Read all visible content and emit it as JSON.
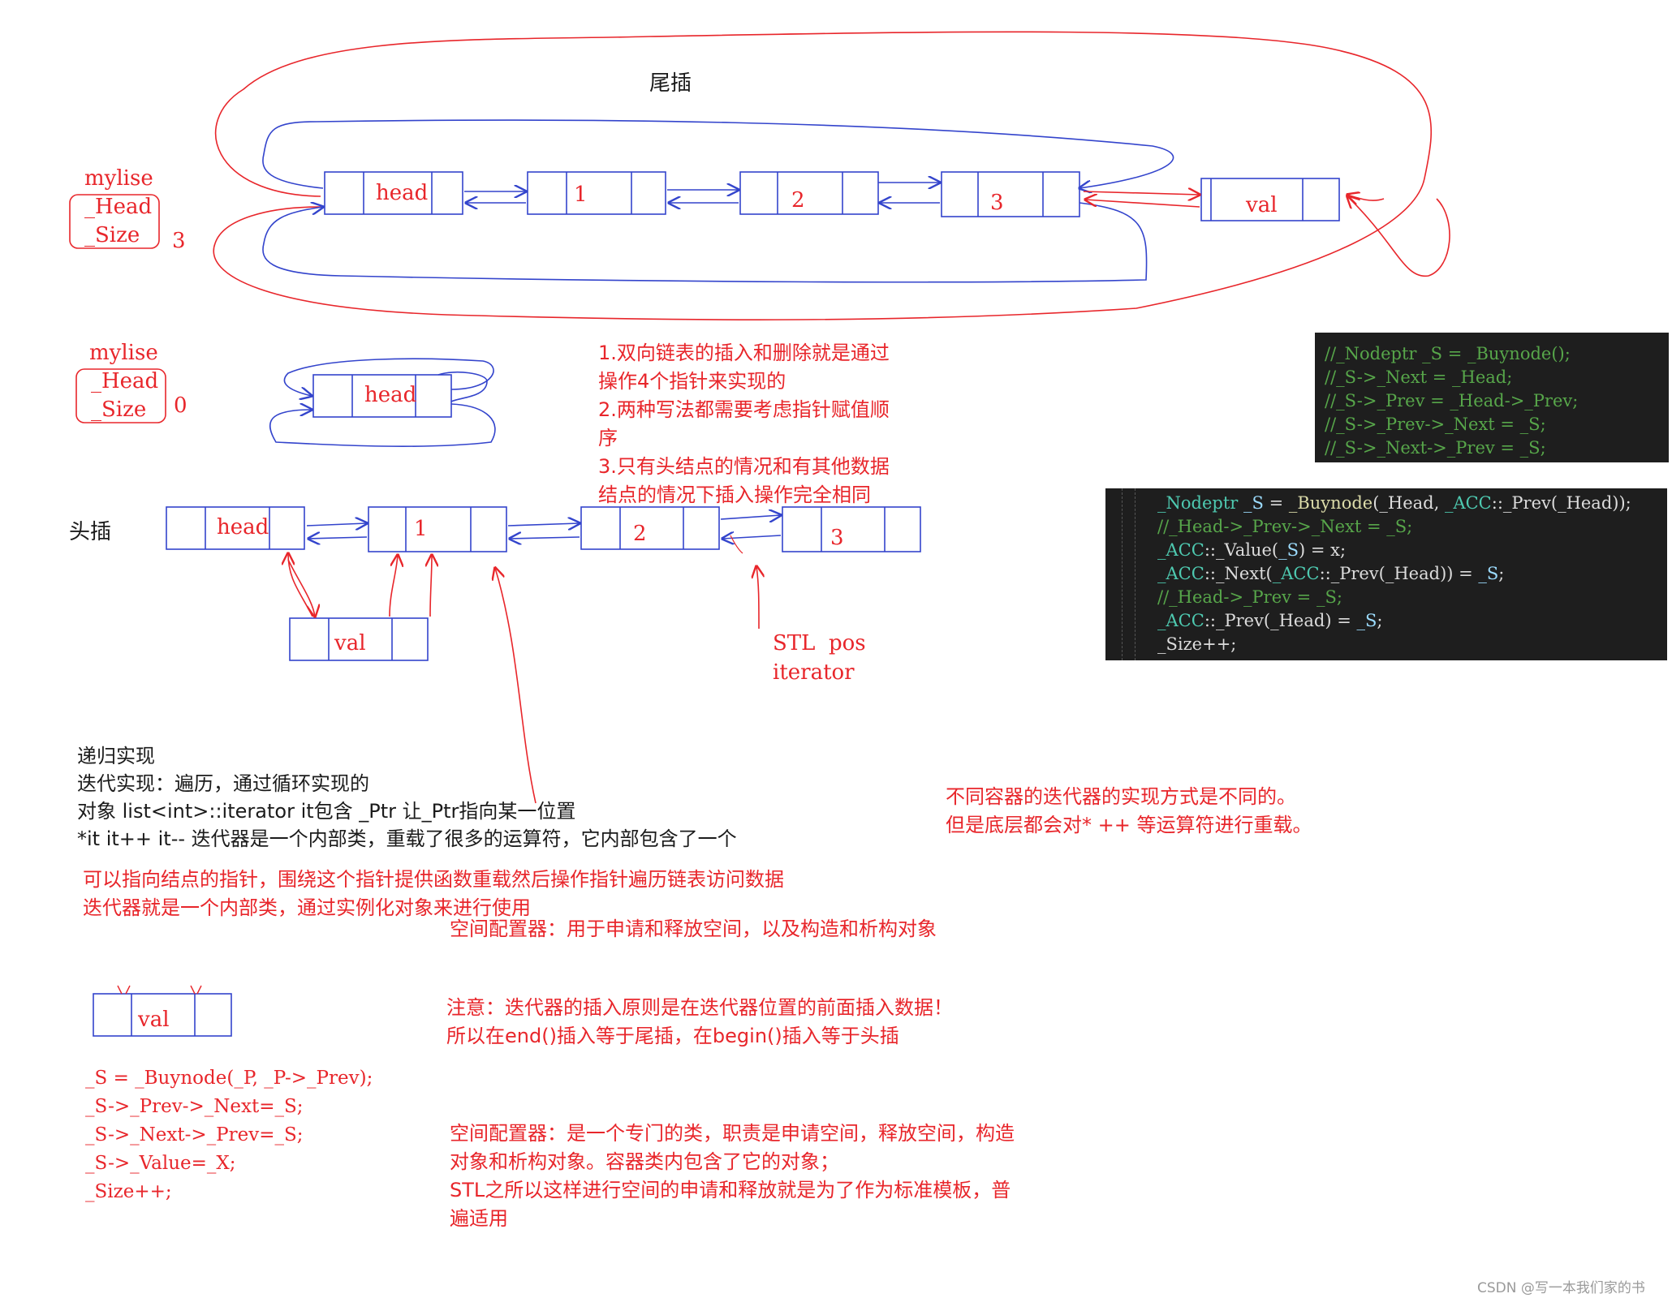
{
  "nodes": {
    "head": "head",
    "n1": "1",
    "n2": "2",
    "n3": "3",
    "val": "val"
  },
  "tail_insert": {
    "title": "尾插",
    "list_name": "mylise",
    "field_head": "_Head",
    "field_size": "_Size",
    "size_value": "3"
  },
  "empty_list": {
    "list_name": "mylise",
    "field_head": "_Head",
    "field_size": "_Size",
    "size_value": "0"
  },
  "head_insert": {
    "title": "头插"
  },
  "notes_top": [
    "1.双向链表的插入和删除就是通过",
    "操作4个指针来实现的",
    "2.两种写法都需要考虑指针赋值顺",
    "序",
    "3.只有头结点的情况和有其他数据",
    "结点的情况下插入操作完全相同"
  ],
  "stl_label": [
    "STL  pos",
    "iterator"
  ],
  "dark_panel_1": [
    "//_Nodeptr _S = _Buynode();",
    "//_S->_Next = _Head;",
    "//_S->_Prev = _Head->_Prev;",
    "//_S->_Prev->_Next = _S;",
    "//_S->_Next->_Prev = _S;"
  ],
  "dark_panel_2": [
    {
      "parts": [
        [
          "c-teal",
          "_Nodeptr"
        ],
        [
          "c-light",
          " "
        ],
        [
          "c-var",
          "_S"
        ],
        [
          "c-light",
          " = "
        ],
        [
          "c-yellow",
          "_Buynode"
        ],
        [
          "c-light",
          "(_Head, "
        ],
        [
          "c-teal",
          "_ACC"
        ],
        [
          "c-light",
          "::_Prev(_Head));"
        ]
      ]
    },
    {
      "parts": [
        [
          "c-green",
          "//_Head->_Prev->_Next = _S;"
        ]
      ]
    },
    {
      "parts": [
        [
          "c-teal",
          "_ACC"
        ],
        [
          "c-light",
          "::_Value("
        ],
        [
          "c-var",
          "_S"
        ],
        [
          "c-light",
          ") = x;"
        ]
      ]
    },
    {
      "parts": [
        [
          "c-teal",
          "_ACC"
        ],
        [
          "c-light",
          "::_Next("
        ],
        [
          "c-teal",
          "_ACC"
        ],
        [
          "c-light",
          "::_Prev(_Head)) = "
        ],
        [
          "c-var",
          "_S"
        ],
        [
          "c-light",
          ";"
        ]
      ]
    },
    {
      "parts": [
        [
          "c-green",
          "//_Head->_Prev = _S;"
        ]
      ]
    },
    {
      "parts": [
        [
          "c-teal",
          "_ACC"
        ],
        [
          "c-light",
          "::_Prev(_Head) = "
        ],
        [
          "c-var",
          "_S"
        ],
        [
          "c-light",
          ";"
        ]
      ]
    },
    {
      "parts": [
        [
          "c-light",
          "_Size++;"
        ]
      ]
    }
  ],
  "iterator_notes": [
    "递归实现",
    "迭代实现：遍历，通过循环实现的",
    "对象 list<int>::iterator it包含 _Ptr 让_Ptr指向某一位置",
    "*it it++ it-- 迭代器是一个内部类，重载了很多的运算符，它内部包含了一个"
  ],
  "iterator_notes_red": [
    "可以指向结点的指针，围绕这个指针提供函数重载然后操作指针遍历链表访问数据",
    "迭代器就是一个内部类，通过实例化对象来进行使用"
  ],
  "allocator_line": "空间配置器：用于申请和释放空间，以及构造和析构对象",
  "container_notes": [
    "不同容器的迭代器的实现方式是不同的。",
    "但是底层都会对* ++ 等运算符进行重载。"
  ],
  "insert_rule": [
    "注意：迭代器的插入原则是在迭代器位置的前面插入数据！",
    "所以在end()插入等于尾插，在begin()插入等于头插"
  ],
  "code_lines": [
    "_S = _Buynode(_P, _P->_Prev);",
    "_S->_Prev->_Next=_S;",
    "_S->_Next->_Prev=_S;",
    "_S->_Value=_X;",
    "_Size++;"
  ],
  "allocator_notes": [
    "空间配置器：是一个专门的类，职责是申请空间，释放空间，构造",
    "对象和析构对象。容器类内包含了它的对象；",
    "STL之所以这样进行空间的申请和释放就是为了作为标准模板，普",
    "遍适用"
  ],
  "watermark": "CSDN @写一本我们家的书",
  "colors": {
    "red": "#e8262b",
    "blue": "#3344cc",
    "dark_bg": "#1e1e1e"
  }
}
